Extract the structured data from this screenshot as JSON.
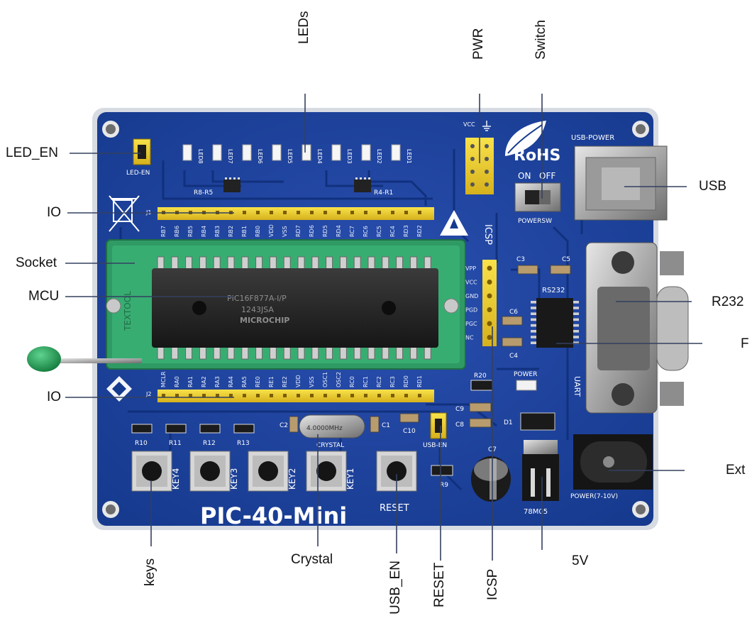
{
  "callouts": {
    "leds": "LEDs",
    "pwr": "PWR",
    "switch": "Switch",
    "led_en": "LED_EN",
    "io_top": "IO",
    "socket": "Socket",
    "mcu": "MCU",
    "io_bottom": "IO",
    "usb": "USB",
    "r232": "R232",
    "r_cut": "F",
    "ext": "Ext",
    "keys": "keys",
    "crystal": "Crystal",
    "usb_en": "USB_EN",
    "reset": "RESET",
    "icsp": "ICSP",
    "five_v": "5V"
  },
  "board": {
    "title": "PIC-40-Mini",
    "rohs": "RoHS",
    "usb_power": "USB-POWER",
    "led_en": "LED-EN",
    "r8_r5": "R8-R5",
    "r4_r1": "R4-R1",
    "vcc": "VCC",
    "on": "ON",
    "off": "OFF",
    "powersw": "POWERSW",
    "icsp": "ICSP",
    "rs232": "RS232",
    "uart": "UART",
    "power": "POWER",
    "power_jack": "POWER(7-10V)",
    "reg": "78M05",
    "crystal": "CRYSTAL",
    "crystal_value": "4.0000MHz",
    "usb_en": "USB-EN",
    "reset": "RESET",
    "mcu_part": "PIC16F877A-I/P",
    "mcu_code": "1243JSA",
    "mcu_brand": "MICROCHIP",
    "socket_brand": "TEXTOOL",
    "j1": "J1",
    "j2": "J2",
    "d1": "D1",
    "keys": [
      "KEY4",
      "KEY3",
      "KEY2",
      "KEY1"
    ],
    "resistors": [
      "R10",
      "R11",
      "R12",
      "R13"
    ],
    "caps": {
      "c1": "C1",
      "c2": "C2",
      "c3": "C3",
      "c4": "C4",
      "c5": "C5",
      "c6": "C6",
      "c7": "C7",
      "c8": "C8",
      "c9": "C9",
      "c10": "C10",
      "r9": "R9",
      "r20": "R20"
    },
    "led_labels": [
      "LED8",
      "LED7",
      "LED6",
      "LED5",
      "LED4",
      "LED3",
      "LED2",
      "LED1"
    ],
    "icsp_pins": [
      "VPP",
      "VCC",
      "GND",
      "PGD",
      "PGC",
      "NC"
    ],
    "io_top_pins": [
      "RB7",
      "RB6",
      "RB5",
      "RB4",
      "RB3",
      "RB2",
      "RB1",
      "RB0",
      "VDD",
      "VSS",
      "RD7",
      "RD6",
      "RD5",
      "RD4",
      "RC7",
      "RC6",
      "RC5",
      "RC4",
      "RD3",
      "RD2"
    ],
    "io_bottom_pins": [
      "MCLR",
      "RA0",
      "RA1",
      "RA2",
      "RA3",
      "RA4",
      "RA5",
      "RE0",
      "RE1",
      "RE2",
      "VDD",
      "VSS",
      "OSC1",
      "OSC2",
      "RC0",
      "RC1",
      "RC2",
      "RC3",
      "RD0",
      "RD1"
    ]
  }
}
